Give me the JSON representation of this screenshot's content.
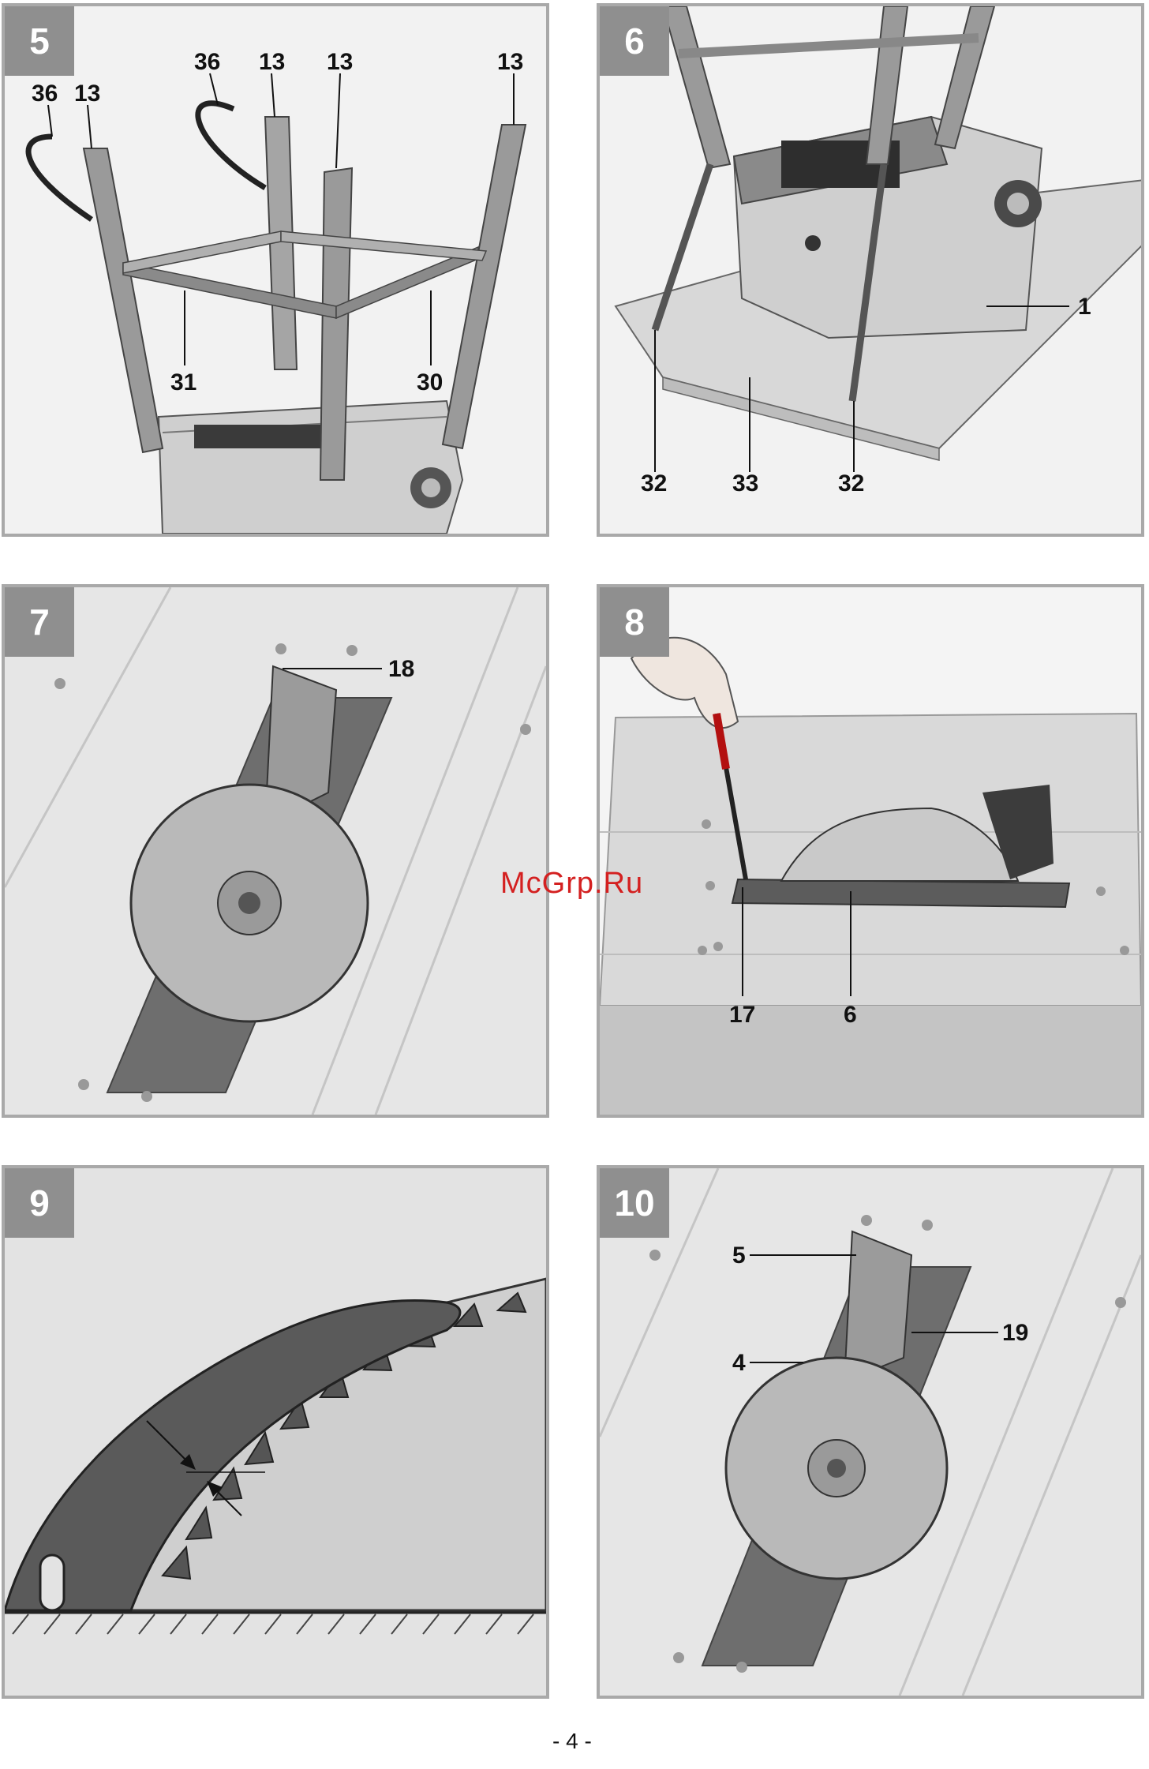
{
  "page_number": "- 4 -",
  "watermark": "McGrp.Ru",
  "figures": [
    {
      "number": "5",
      "labels": [
        "36",
        "13",
        "36",
        "13",
        "13",
        "13",
        "31",
        "30"
      ]
    },
    {
      "number": "6",
      "labels": [
        "1",
        "32",
        "33",
        "32"
      ]
    },
    {
      "number": "7",
      "labels": [
        "18"
      ]
    },
    {
      "number": "8",
      "labels": [
        "17",
        "6"
      ]
    },
    {
      "number": "9",
      "labels": []
    },
    {
      "number": "10",
      "labels": [
        "5",
        "19",
        "4"
      ]
    }
  ]
}
